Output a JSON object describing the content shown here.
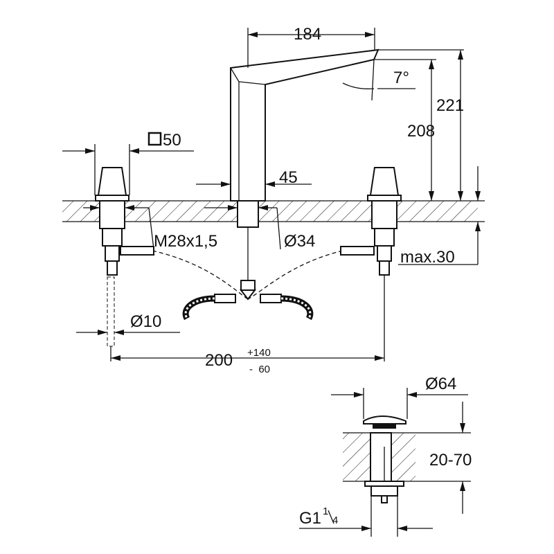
{
  "drawing": {
    "spout_reach": "184",
    "spout_angle": "7°",
    "total_height": "221",
    "spout_height": "208",
    "handle_square_size": "50",
    "spout_base_width": "45",
    "thread": "M28x1,5",
    "hole_diameter": "Ø34",
    "max_counter_thickness": "max.30",
    "supply_diameter": "Ø10",
    "center_distance": "200",
    "center_tolerance_plus": "+140",
    "center_tolerance_minus": "-  60",
    "drain_cap_diameter": "Ø64",
    "drain_counter_range": "20-70",
    "drain_thread_main": "G1",
    "drain_thread_num": "1",
    "drain_thread_den": "4"
  },
  "colors": {
    "line": "#111111",
    "background": "#ffffff"
  }
}
